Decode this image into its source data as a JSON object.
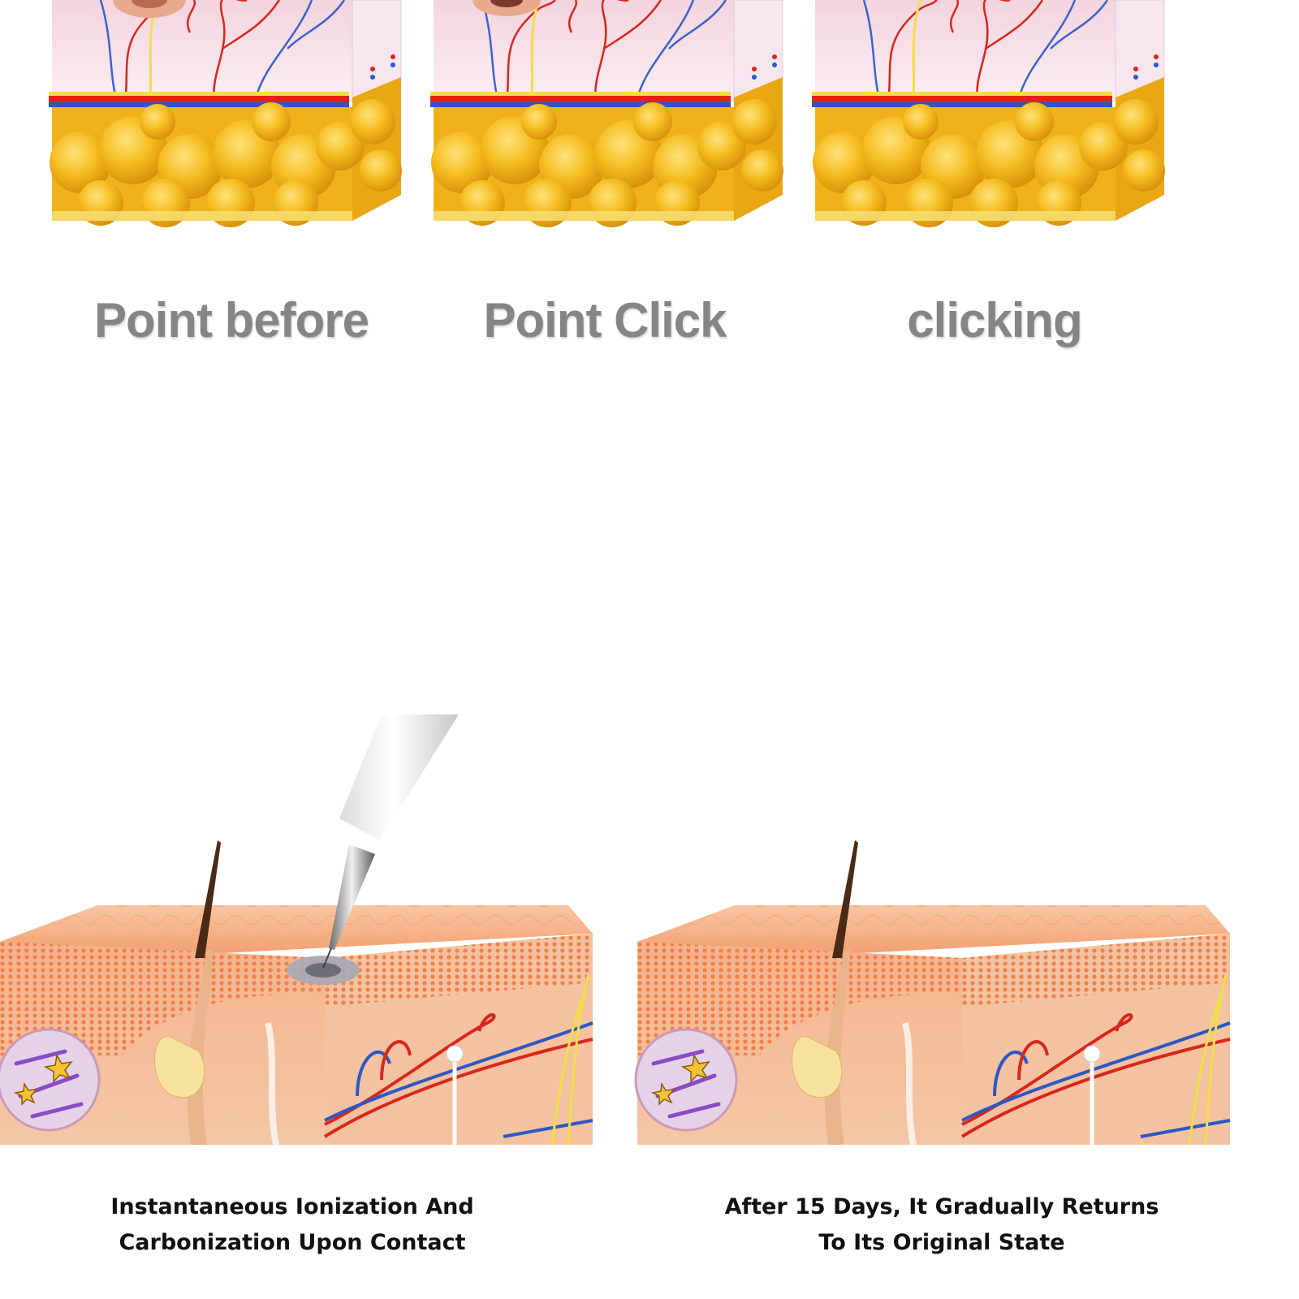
{
  "top_panels": [
    {
      "label": "Point before"
    },
    {
      "label": "Point Click"
    },
    {
      "label": "clicking"
    }
  ],
  "bottom_panels": [
    {
      "caption_line1": "Instantaneous Ionization And",
      "caption_line2": "Carbonization Upon Contact"
    },
    {
      "caption_line1": "After 15 Days, It Gradually Returns",
      "caption_line2": "To Its Original State"
    }
  ],
  "colors": {
    "label_gray": "#858585",
    "fat_yellow": "#f2b51c",
    "dermis_pink": "#f7dfe6",
    "skin_peach": "#f5b38c",
    "artery_red": "#d9261c",
    "vein_blue": "#2c57c4",
    "nerve_yellow": "#f3df45"
  },
  "icons": [
    "skin-layer-cube-icon",
    "probe-pen-icon",
    "hair-follicle-icon"
  ]
}
